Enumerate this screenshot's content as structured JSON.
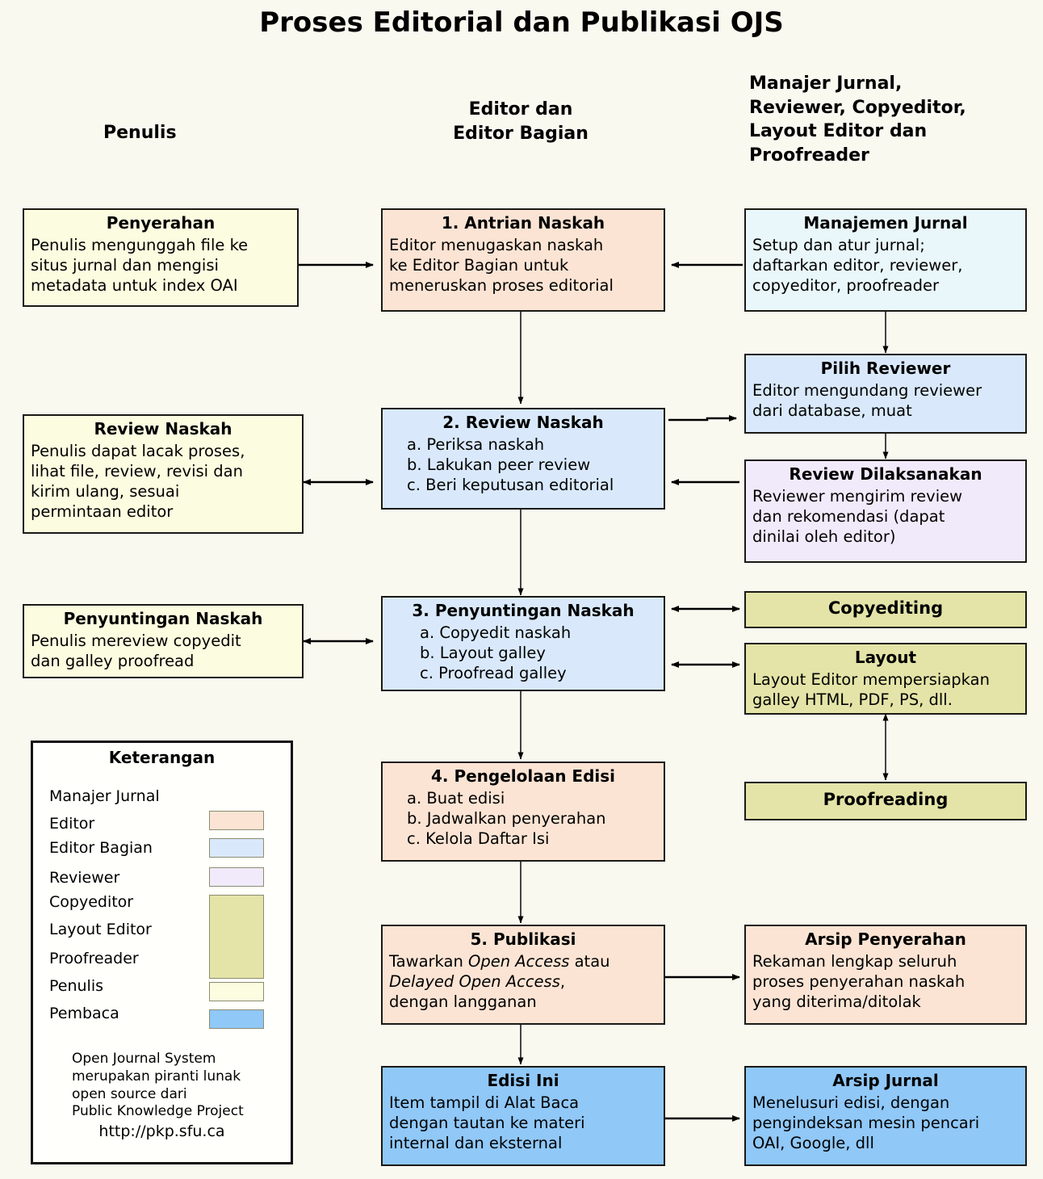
{
  "title": "Proses Editorial dan Publikasi OJS",
  "columns": [
    {
      "name": "author",
      "label": "Penulis"
    },
    {
      "name": "editor",
      "label": "Editor dan\nEditor Bagian",
      "line1": "Editor dan",
      "line2": "Editor Bagian"
    },
    {
      "name": "others",
      "label": "Manajer Jurnal, Reviewer, Copyeditor, Layout Editor dan Proofreader",
      "line1": "Manajer Jurnal,",
      "line2": "Reviewer, Copyeditor,",
      "line3": "Layout Editor dan",
      "line4": "Proofreader"
    }
  ],
  "boxes": {
    "penyerahan": {
      "title": "Penyerahan",
      "l1": "Penulis mengunggah file ke",
      "l2": "situs jurnal dan mengisi",
      "l3": "metadata untuk index OAI"
    },
    "antrian": {
      "title": "1. Antrian Naskah",
      "l1": "Editor menugaskan naskah",
      "l2": "ke Editor Bagian untuk",
      "l3": "meneruskan proses editorial"
    },
    "manajemen": {
      "title": "Manajemen Jurnal",
      "l1": "Setup dan atur jurnal;",
      "l2": "daftarkan editor, reviewer,",
      "l3": "copyeditor, proofreader"
    },
    "review_naskah_penulis": {
      "title": "Review Naskah",
      "l1": "Penulis dapat lacak proses,",
      "l2": "lihat file, review, revisi dan",
      "l3": "kirim ulang, sesuai",
      "l4": "permintaan editor"
    },
    "review_naskah": {
      "title": "2. Review Naskah",
      "l1": "a. Periksa naskah",
      "l2": "b. Lakukan peer review",
      "l3": "c. Beri keputusan editorial"
    },
    "pilih_reviewer": {
      "title": "Pilih Reviewer",
      "l1": "Editor mengundang reviewer",
      "l2": "dari database, muat"
    },
    "review_dilaksanakan": {
      "title": "Review Dilaksanakan",
      "l1": "Reviewer mengirim review",
      "l2": "dan rekomendasi (dapat",
      "l3": "dinilai oleh editor)"
    },
    "penyuntingan_penulis": {
      "title": "Penyuntingan Naskah",
      "l1": "Penulis mereview copyedit",
      "l2": "dan galley proofread"
    },
    "penyuntingan": {
      "title": "3. Penyuntingan Naskah",
      "l1": "a. Copyedit naskah",
      "l2": "b. Layout galley",
      "l3": "c. Proofread galley"
    },
    "copyediting": {
      "title": "Copyediting"
    },
    "layout": {
      "title": "Layout",
      "l1": "Layout Editor mempersiapkan",
      "l2": "galley HTML, PDF, PS, dll."
    },
    "proofreading": {
      "title": "Proofreading"
    },
    "pengelolaan": {
      "title": "4. Pengelolaan Edisi",
      "l1": "a. Buat edisi",
      "l2": "b. Jadwalkan penyerahan",
      "l3": "c. Kelola Daftar Isi"
    },
    "publikasi": {
      "title": "5. Publikasi",
      "l1a": "Tawarkan ",
      "l1i": "Open Access",
      "l1b": " atau",
      "l2i": "Delayed Open Access",
      "l2b": ",",
      "l3": "dengan langganan"
    },
    "arsip_penyerahan": {
      "title": "Arsip Penyerahan",
      "l1": "Rekaman lengkap seluruh",
      "l2": "proses penyerahan naskah",
      "l3": "yang diterima/ditolak"
    },
    "edisi_ini": {
      "title": "Edisi Ini",
      "l1": "Item tampil di Alat Baca",
      "l2": "dengan tautan ke materi",
      "l3": "internal dan eksternal"
    },
    "arsip_jurnal": {
      "title": "Arsip Jurnal",
      "l1": "Menelusuri edisi, dengan",
      "l2": "pengindeksan mesin pencari",
      "l3": "OAI, Google, dll"
    }
  },
  "legend": {
    "title": "Keterangan",
    "rows": [
      {
        "label": "Manajer Jurnal",
        "color": "#e9f7fb"
      },
      {
        "label": "Editor",
        "color": "#fce4d4"
      },
      {
        "label": "Editor Bagian",
        "color": "#d9e9fb"
      },
      {
        "label": "Reviewer",
        "color": "#f1eafb"
      },
      {
        "label": "Copyeditor",
        "color": "#e4e4a8"
      },
      {
        "label": "Layout Editor",
        "color": "#e4e4a8"
      },
      {
        "label": "Proofreader",
        "color": "#e4e4a8"
      },
      {
        "label": "Penulis",
        "color": "#fcfce0"
      },
      {
        "label": "Pembaca",
        "color": "#90c8f8"
      }
    ],
    "note1": "Open Journal System",
    "note2": "merupakan piranti lunak",
    "note3": "open source dari",
    "note4": "Public Knowledge Project",
    "url": "http://pkp.sfu.ca"
  },
  "colors": {
    "background": "#faf9f0",
    "border": "#1a1a14",
    "author": "#fcfce0",
    "editor": "#fce4d4",
    "section_editor": "#d9e9fb",
    "journal_manager": "#e9f7fb",
    "reviewer": "#f1eafb",
    "production": "#e4e4a8",
    "reader": "#90c8f8"
  }
}
